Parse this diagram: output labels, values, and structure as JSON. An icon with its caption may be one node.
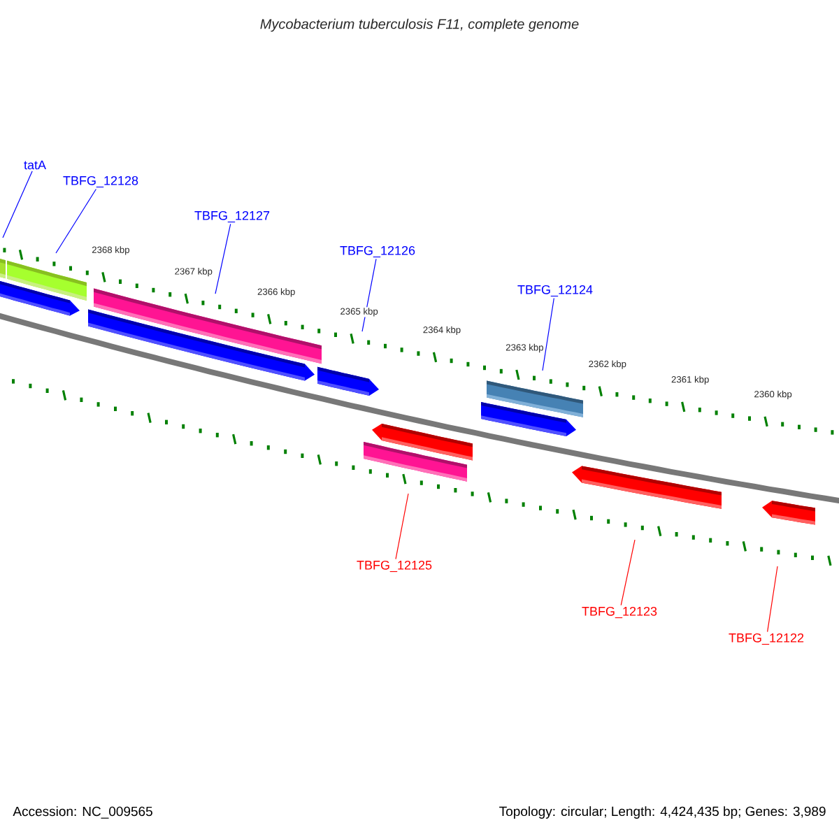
{
  "diagram": {
    "title": "Mycobacterium tuberculosis F11, complete genome",
    "nodes": [
      {
        "text": [
          "tatA"
        ]
      },
      {
        "text": [
          "TBFG_12128"
        ]
      },
      {
        "text": [
          "TBFG_12127"
        ]
      },
      {
        "text": [
          "TBFG_12126"
        ]
      },
      {
        "text": [
          "TBFG_12124"
        ]
      },
      {
        "text": [
          "TBFG_12125"
        ]
      },
      {
        "text": [
          "TBFG_12123"
        ]
      },
      {
        "text": [
          "TBFG_12122"
        ]
      }
    ],
    "edges": [
      {
        "from": 0,
        "to": null,
        "arrow": "none"
      },
      {
        "from": 1,
        "to": null,
        "arrow": "none"
      },
      {
        "from": 2,
        "to": null,
        "arrow": "none"
      },
      {
        "from": 3,
        "to": null,
        "arrow": "none"
      },
      {
        "from": 4,
        "to": null,
        "arrow": "none"
      },
      {
        "from": 5,
        "to": null,
        "arrow": "none",
        "color": "#ff0000"
      },
      {
        "from": 6,
        "to": null,
        "arrow": "none",
        "color": "#ff0000"
      },
      {
        "from": 7,
        "to": null,
        "arrow": "none",
        "color": "#ff0000"
      }
    ],
    "labels": [
      "2368 kbp",
      "2367 kbp",
      "2366 kbp",
      "2365 kbp",
      "2364 kbp",
      "2363 kbp",
      "2362 kbp",
      "2361 kbp",
      "2360 kbp",
      "Accession: NC_009565",
      "Topology: circular; Length: 4,424,435 bp; Genes: 3,989"
    ]
  }
}
